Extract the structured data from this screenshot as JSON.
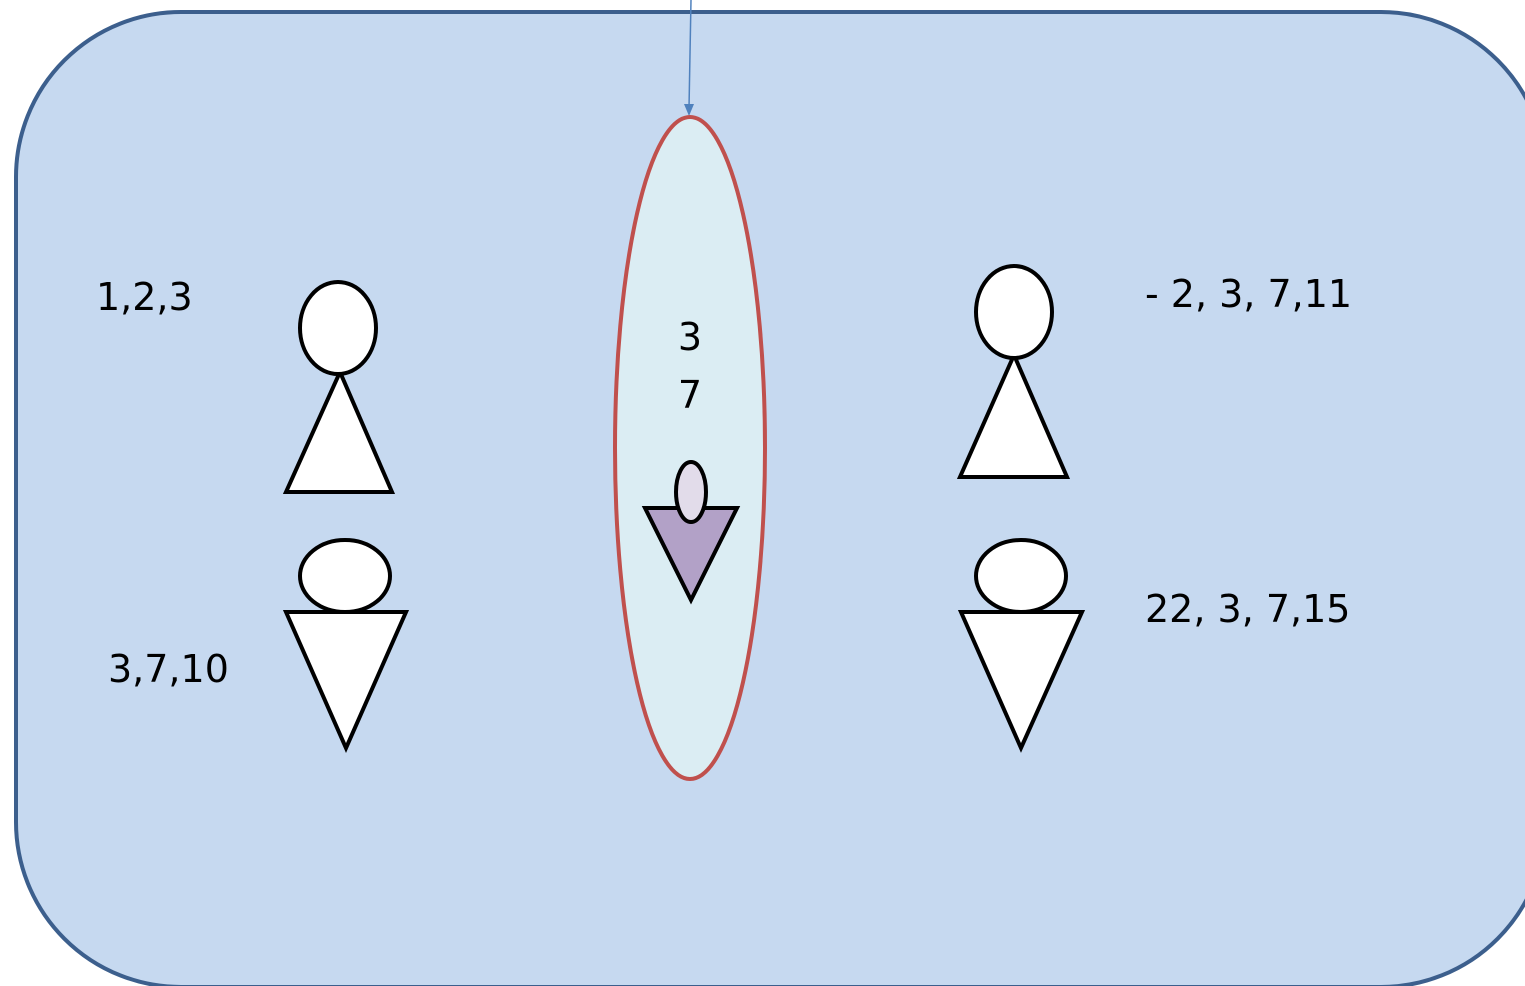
{
  "colors": {
    "panel_fill": "#c6d9f0",
    "panel_stroke": "#3c5f8d",
    "ellipse_fill": "#dbedf3",
    "ellipse_stroke": "#c0504d",
    "arrow": "#4f81bd",
    "center_head": "#e2dcea",
    "center_body": "#b2a1c7",
    "figure_fill": "#ffffff",
    "figure_stroke": "#000000"
  },
  "figures": {
    "top_left_label": "1,2,3",
    "bottom_left_label": "3,7,10",
    "top_right_label": "- 2, 3, 7,11",
    "bottom_right_label": "22, 3, 7,15",
    "center_line_1": "3",
    "center_line_2": "7"
  }
}
